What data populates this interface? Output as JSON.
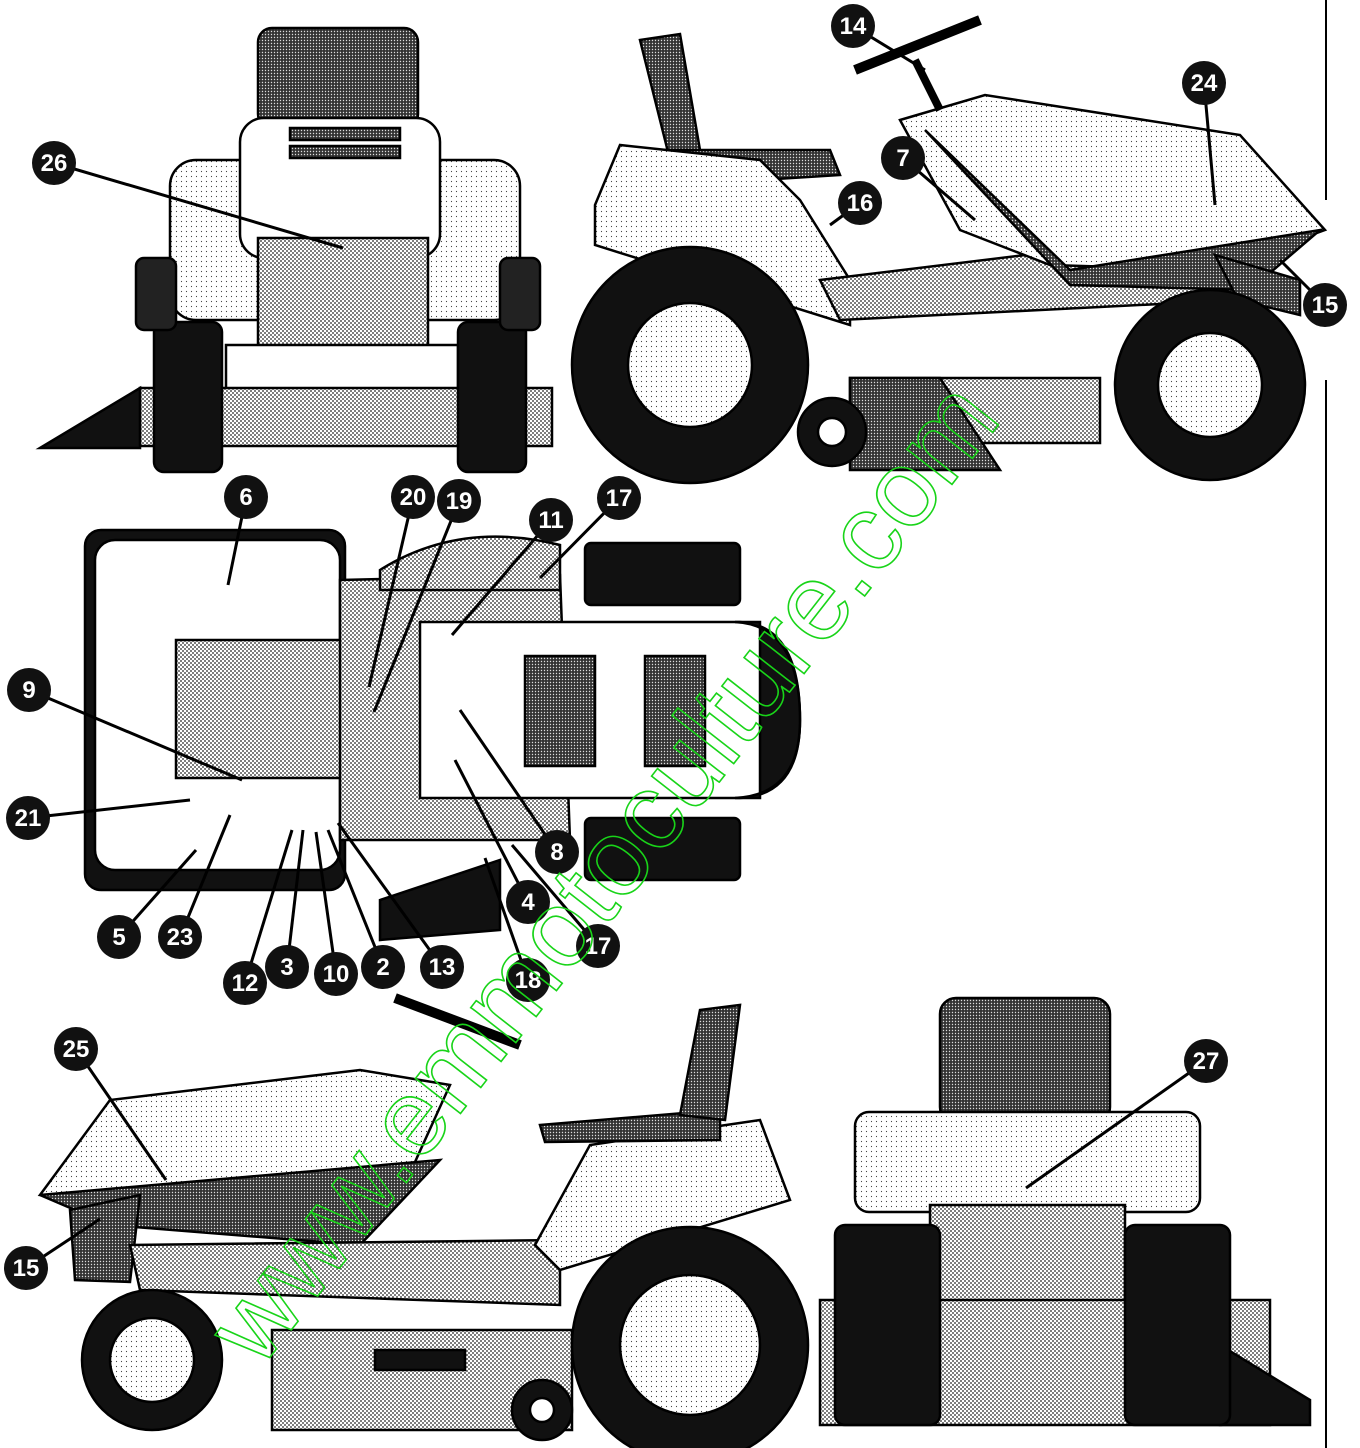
{
  "diagram": {
    "views": [
      "front-view",
      "left-side-view",
      "top-view",
      "right-side-view",
      "rear-view"
    ],
    "callouts": [
      {
        "id": "26",
        "label": "26"
      },
      {
        "id": "14",
        "label": "14"
      },
      {
        "id": "24",
        "label": "24"
      },
      {
        "id": "7",
        "label": "7"
      },
      {
        "id": "16",
        "label": "16"
      },
      {
        "id": "15a",
        "label": "15"
      },
      {
        "id": "6",
        "label": "6"
      },
      {
        "id": "20",
        "label": "20"
      },
      {
        "id": "19",
        "label": "19"
      },
      {
        "id": "11",
        "label": "11"
      },
      {
        "id": "17a",
        "label": "17"
      },
      {
        "id": "9",
        "label": "9"
      },
      {
        "id": "21",
        "label": "21"
      },
      {
        "id": "8",
        "label": "8"
      },
      {
        "id": "4",
        "label": "4"
      },
      {
        "id": "17b",
        "label": "17"
      },
      {
        "id": "5",
        "label": "5"
      },
      {
        "id": "23",
        "label": "23"
      },
      {
        "id": "12",
        "label": "12"
      },
      {
        "id": "3",
        "label": "3"
      },
      {
        "id": "10",
        "label": "10"
      },
      {
        "id": "2",
        "label": "2"
      },
      {
        "id": "13",
        "label": "13"
      },
      {
        "id": "18",
        "label": "18"
      },
      {
        "id": "25",
        "label": "25"
      },
      {
        "id": "15b",
        "label": "15"
      },
      {
        "id": "27",
        "label": "27"
      }
    ]
  },
  "watermark": {
    "text": "www.emmotoculture.com",
    "color": "#19d419"
  }
}
